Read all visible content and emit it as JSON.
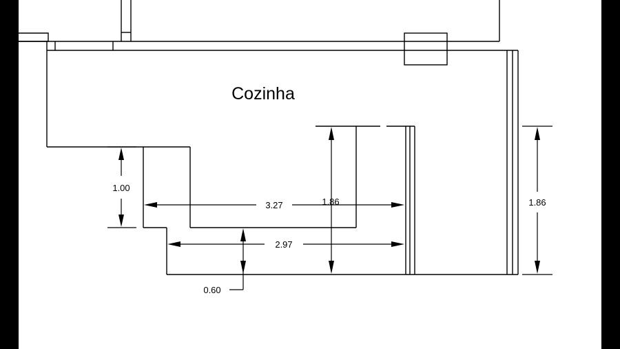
{
  "room": {
    "name": "Cozinha"
  },
  "dimensions": {
    "left_height": "1.00",
    "width_upper": "3.27",
    "overlap_height": "1.86",
    "width_lower": "2.97",
    "step": "0.60",
    "right_height": "1.86"
  },
  "colors": {
    "paper": "#ffffff",
    "ink": "#000000",
    "frame": "#000000"
  }
}
